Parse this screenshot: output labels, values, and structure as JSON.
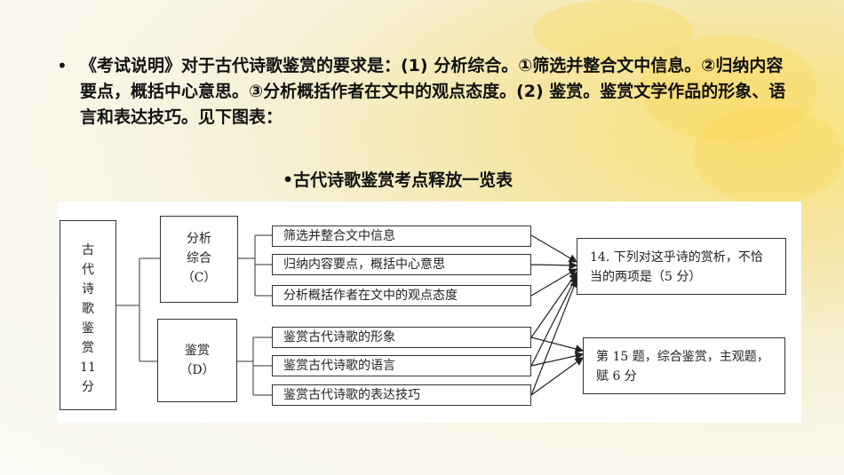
{
  "intro": {
    "bullet": "•",
    "text": "《考试说明》对于古代诗歌鉴赏的要求是：(1) 分析综合。①筛选并整合文中信息。②归纳内容要点，概括中心意思。③分析概括作者在文中的观点态度。(2) 鉴赏。鉴赏文学作品的形象、语言和表达技巧。见下图表："
  },
  "table_title": "•古代诗歌鉴赏考点释放一览表",
  "diagram": {
    "root_chars": [
      "古",
      "代",
      "诗",
      "歌",
      "鉴",
      "赏",
      "11",
      "分"
    ],
    "branch_c": {
      "line1": "分析",
      "line2": "综合",
      "line3": "（C）"
    },
    "branch_d": {
      "line1": "鉴赏",
      "line2": "（D）"
    },
    "c_items": [
      "筛选并整合文中信息",
      "归纳内容要点，概括中心意思",
      "分析概括作者在文中的观点态度"
    ],
    "d_items": [
      "鉴赏古代诗歌的形象",
      "鉴赏古代诗歌的语言",
      "鉴赏古代诗歌的表达技巧"
    ],
    "question_14": "14. 下列对这乎诗的赏析，不恰当的两项是（5 分）",
    "question_15": "第 15 题，综合鉴赏，主观题，赋 6 分"
  }
}
